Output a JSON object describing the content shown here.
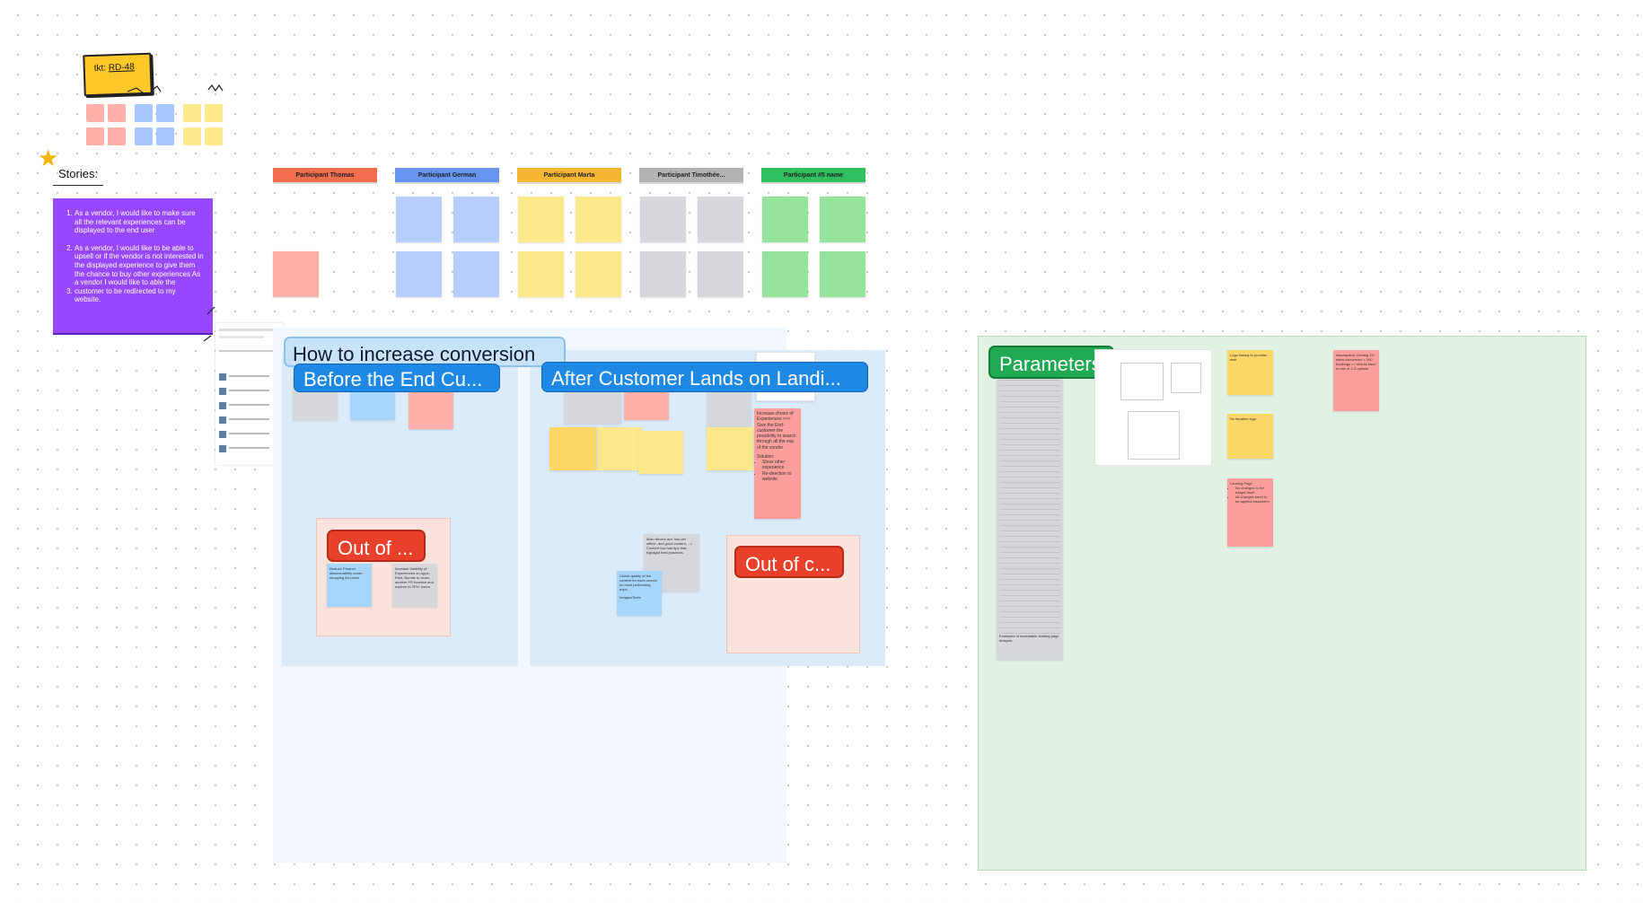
{
  "ticket": {
    "prefix": "tkt:",
    "id": "RD-48"
  },
  "stories": {
    "title": "Stories:",
    "items": [
      "As a vendor, I would like to make sure all the relevant experiences can be displayed to the end user",
      "As a vendor, I would like to be able to upsell or if the vendor is not interested in the displayed experience to give them the chance to buy other experiences As a vendor I would like to able the",
      "customer to be redirected to my website."
    ]
  },
  "participants": [
    "Participant Thomas",
    "Participant German",
    "Participant Marta",
    "Participant Timothée...",
    "Participant #5 name"
  ],
  "sections": {
    "main_title": "How to increase conversion",
    "before": "Before the End Cu...",
    "after": "After Customer Lands on Landi...",
    "out1": "Out of ...",
    "out2": "Out of c...",
    "parameters": "Parameters"
  },
  "notes": {
    "increase_choice": "Increase choice of Experiences >>> Give the End-customer the possibility to search through all the exp of the vendor",
    "solution_title": "Solution:",
    "solution_items": [
      "Show other experience",
      "Re-direction to website"
    ],
    "main_drivers": "Main drivers are: low-uer offline, and good content, --> Content has has tips that highlight best practices",
    "check_quality": "Check quality of the content for each vendor on most performing exps.",
    "images_texts": "Images/Texts",
    "reduce_product": "Reduce Product discoverability under shopping list photo",
    "increase_visibility": "Increase Visibility of Experiences on Apps, Print, Bundle to close, another FR function and explore to 3Ps+ users",
    "logo_linking": "Logo linking to provider web",
    "no_iteration": "No iteration logo",
    "landing_page": "Landing Page",
    "landing_items": [
      "No changes to the widget itself",
      "All changes need to be applied elsewhere"
    ],
    "assumption": "Assumption: Getting 1% extra conversion = 100 bookings >> should have a max of 2-3 options",
    "examples": "Examples of acceptable landing page designs:"
  },
  "colors": {
    "purple": "#9747ff",
    "blue_pill": "#1e88e5",
    "red_pill": "#e8402b",
    "green_pill": "#1fa952",
    "orange_hdr": "#f26e4e",
    "blue_hdr": "#6895f2",
    "yellow_hdr": "#f5b731",
    "gray_hdr": "#b3b3b3",
    "green_hdr": "#2fbf60"
  }
}
